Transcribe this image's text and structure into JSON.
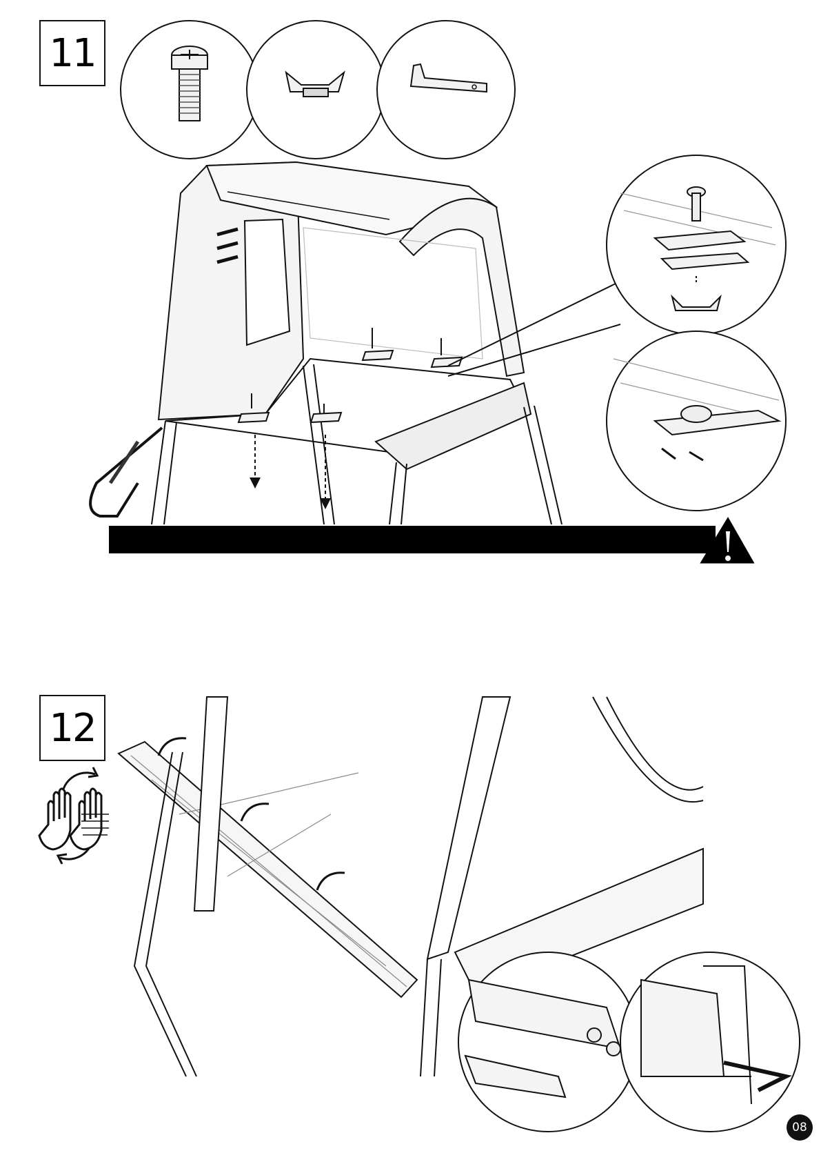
{
  "steps": [
    {
      "number": "11",
      "parts": [
        "machine-screw",
        "wing-nut",
        "l-bracket"
      ]
    },
    {
      "number": "12",
      "symbol": "two-persons-required-icon"
    }
  ],
  "warning_icon": "warning-triangle-icon",
  "page_number": "08",
  "colors": {
    "line": "#1a1a1a",
    "fill_light": "#f2f2f2",
    "fill_mid": "#d9d9d9",
    "bar": "#000000"
  }
}
